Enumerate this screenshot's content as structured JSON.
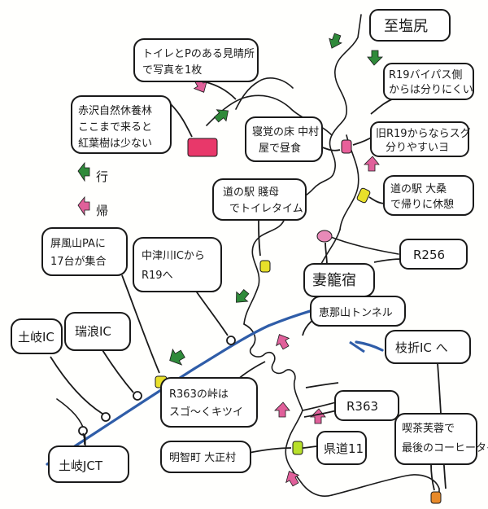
{
  "labels": {
    "terminus": "至塩尻",
    "viewpoint_line1": "トイレとPのある見晴所",
    "viewpoint_line2": "で写真を1枚",
    "bypass_line1": "R19バイパス側",
    "bypass_line2": "からは分りにくい",
    "akasawa_line1": "赤沢自然休養林",
    "akasawa_line2": "ここまで来ると",
    "akasawa_line3": "紅葉樹は少ない",
    "lunch_line1": "寝覚の床 中村",
    "lunch_line2": "屋で昼食",
    "old_r19_line1": "旧R19からならスグ",
    "old_r19_line2": "分りやすいヨ",
    "okuwa_line1": "道の駅 大桑",
    "okuwa_line2": "で帰りに休憩",
    "legend_go": "行",
    "legend_return": "帰",
    "r256": "R256",
    "tsumago": "妻籠宿",
    "shiroyama_line1": "道の駅 賤母",
    "shiroyama_line2": "でトイレタイム",
    "meeting_line1": "屏風山PAに",
    "meeting_line2": "17台が集合",
    "nakatsugawa_line1": "中津川ICから",
    "nakatsugawa_line2": "R19へ",
    "enatunnel": "恵那山トンネル",
    "toki_ic": "土岐IC",
    "mizunami_ic": "瑞浪IC",
    "r363_curve_line1": "R363の峠は",
    "r363_curve_line2": "スゴ〜くキツイ",
    "r363": "R363",
    "edaori_ic": "枝折IC へ",
    "cafe_line1": "喫茶芙蓉で",
    "cafe_line2": "最後のコーヒータイム",
    "toki_jct": "土岐JCT",
    "prefroute": "県道11",
    "akechi": "明智町 大正村"
  },
  "colors": {
    "go_arrow": "#2f8a3a",
    "return_arrow": "#e0609a",
    "highway": "#2f5da8",
    "akasawa_marker": "#e8386a",
    "okuwa_marker": "#e8e02a",
    "lunch_marker": "#e8609a",
    "tsumago_marker": "#e88ab8",
    "shiroyama_marker": "#e8e02a",
    "meeting_marker": "#e8e02a",
    "akechi_marker": "#b8e02a",
    "cafe_marker": "#e88a2a"
  },
  "icons": [
    "go-arrow-icon",
    "return-arrow-icon",
    "ic-circle-icon"
  ]
}
